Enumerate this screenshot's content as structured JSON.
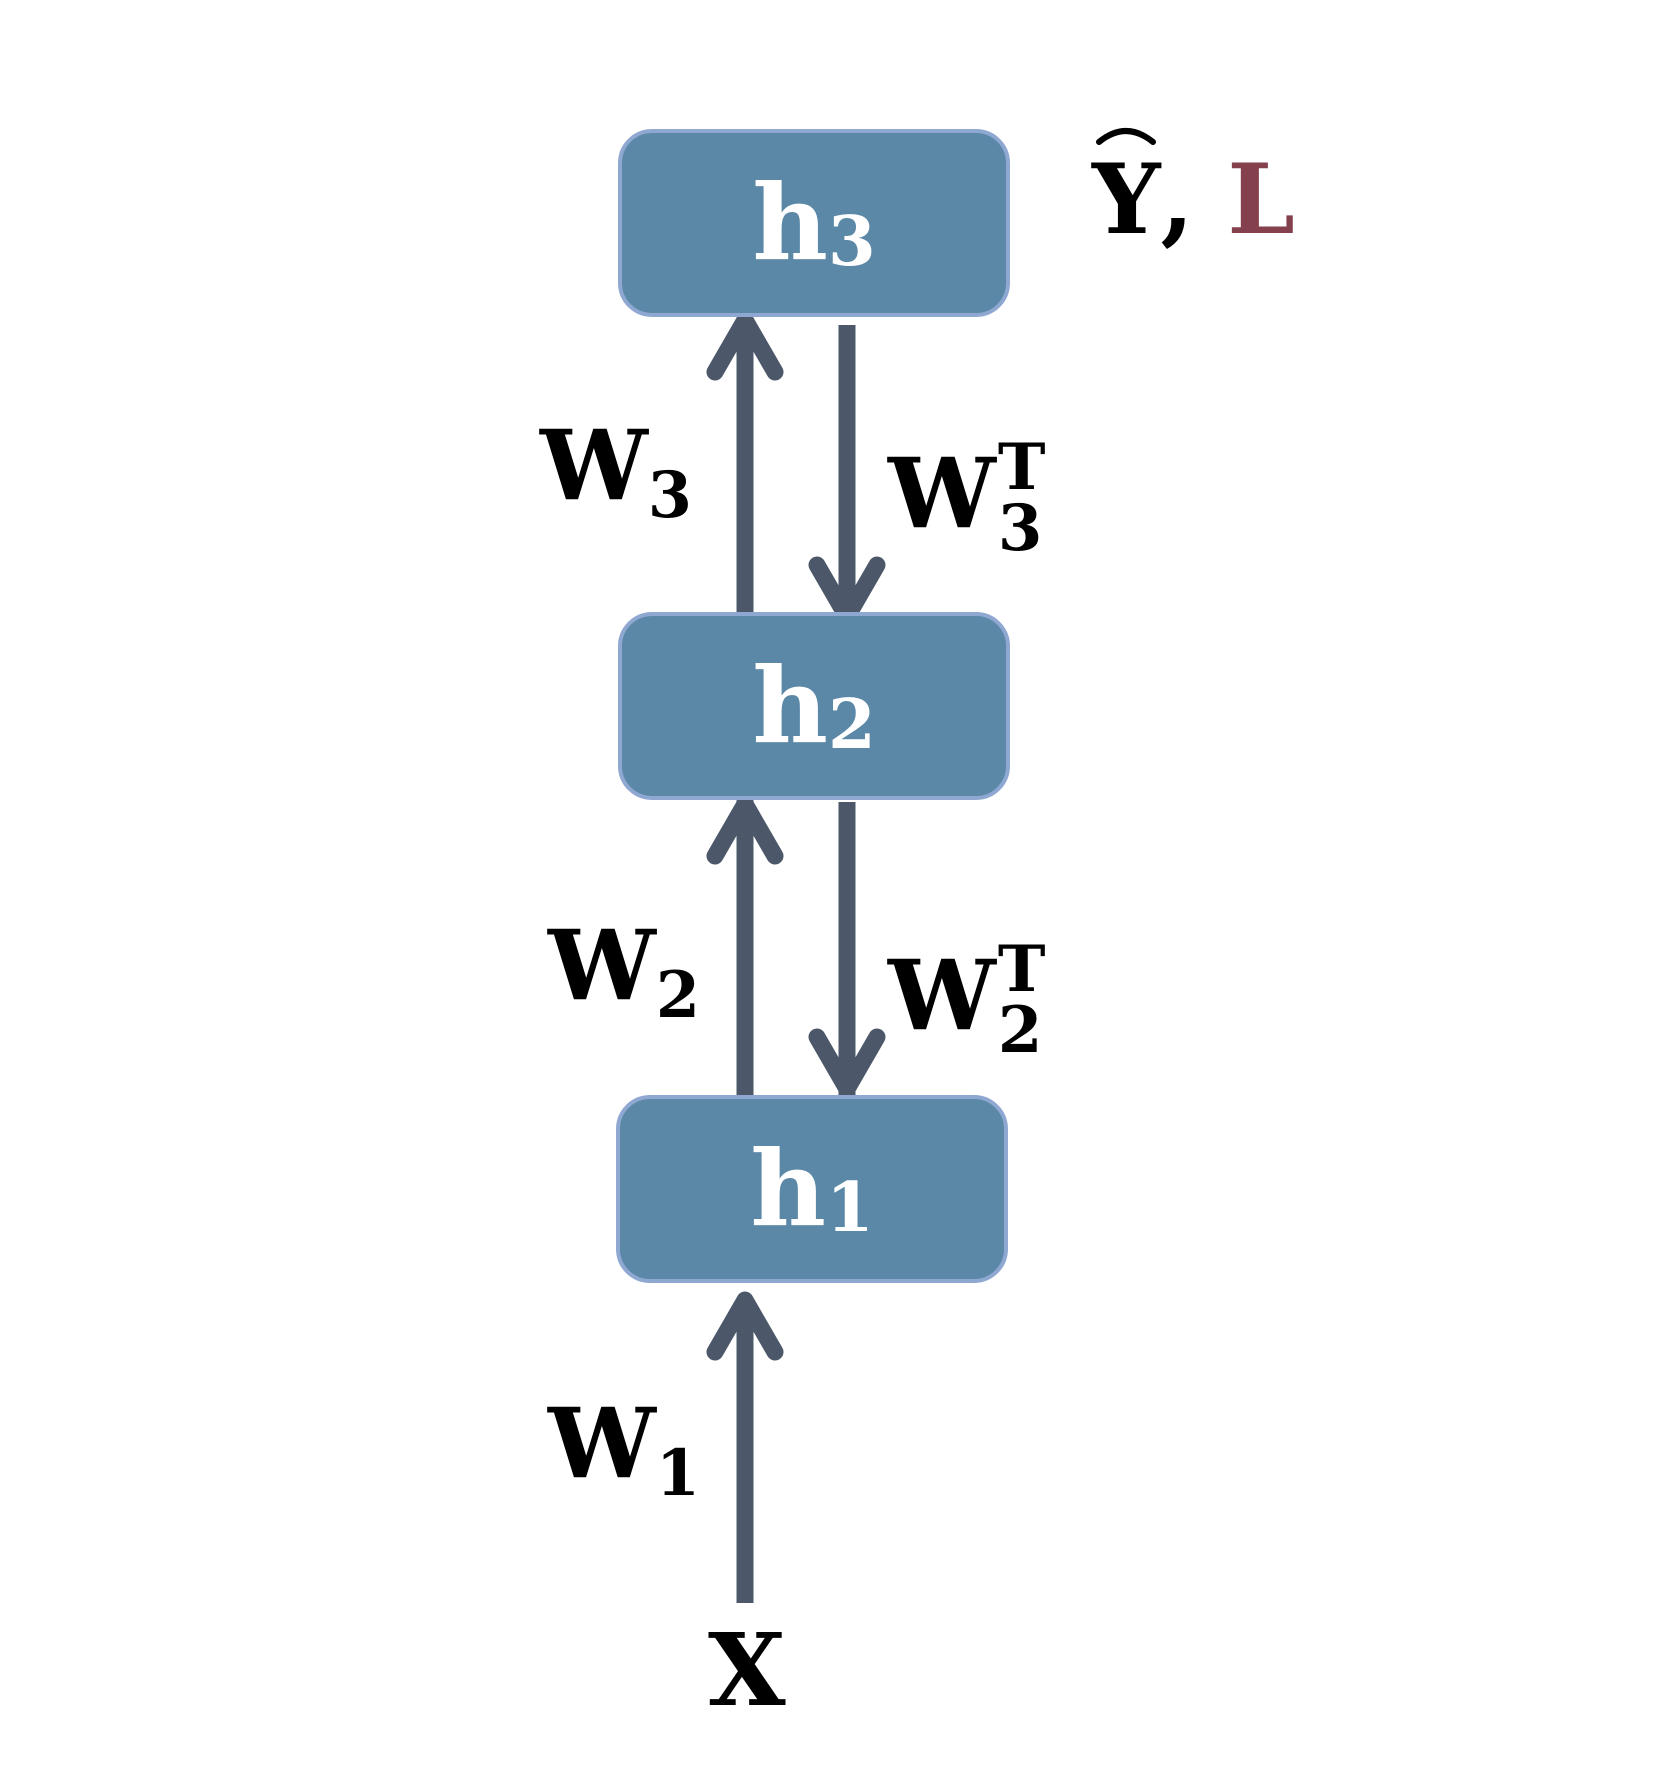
{
  "colors": {
    "node_fill": "#5b88a7",
    "node_border": "#8fa8d2",
    "node_text": "#ffffff",
    "arrow": "#4c5869",
    "label_text": "#000000",
    "loss_text": "#84404d"
  },
  "nodes": {
    "h3": {
      "base": "h",
      "sub": "3"
    },
    "h2": {
      "base": "h",
      "sub": "2"
    },
    "h1": {
      "base": "h",
      "sub": "1"
    }
  },
  "weights": {
    "w3": {
      "base": "W",
      "sub": "3"
    },
    "w3t": {
      "base": "W",
      "sup": "T",
      "sub": "3"
    },
    "w2": {
      "base": "W",
      "sub": "2"
    },
    "w2t": {
      "base": "W",
      "sup": "T",
      "sub": "2"
    },
    "w1": {
      "base": "W",
      "sub": "1"
    }
  },
  "input": {
    "label": "X"
  },
  "output": {
    "prediction": "Y",
    "separator": ",",
    "loss": "L"
  }
}
